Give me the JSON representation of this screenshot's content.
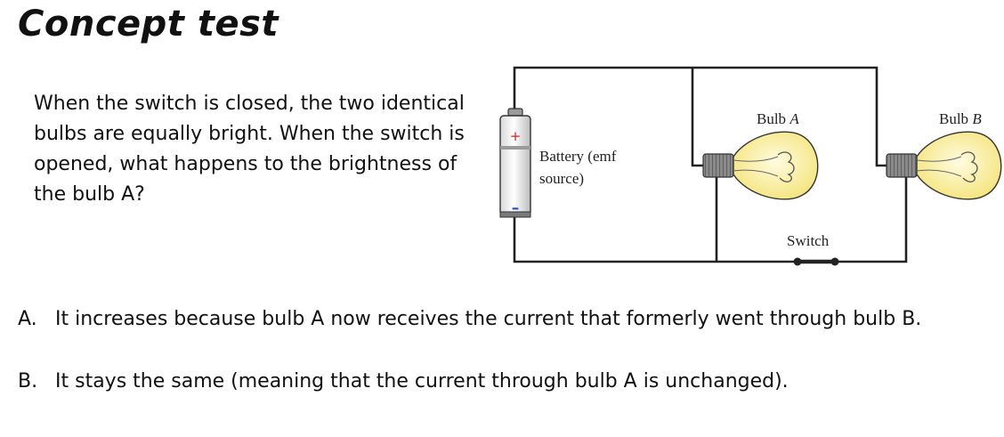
{
  "title": "Concept test",
  "question": "When the switch is closed, the two identical bulbs are equally bright. When the switch is opened, what happens to the brightness of the bulb A?",
  "diagram": {
    "battery_label_line1": "Battery (emf",
    "battery_label_line2": "source)",
    "battery_plus": "+",
    "battery_minus": "–",
    "bulb_a_prefix": "Bulb ",
    "bulb_a_letter": "A",
    "bulb_b_prefix": "Bulb ",
    "bulb_b_letter": "B",
    "switch_label": "Switch"
  },
  "answers": [
    {
      "letter": "A.",
      "text": "It increases because bulb A now receives the current that formerly went through bulb B."
    },
    {
      "letter": "B.",
      "text": "It stays the same (meaning that the current through bulb A is unchanged)."
    }
  ],
  "colors": {
    "wire": "#222222",
    "bulb_glass": "#f7ec8a",
    "bulb_glow": "#fff7bf",
    "battery_plus": "#d32020",
    "battery_minus": "#1d4fb8"
  }
}
